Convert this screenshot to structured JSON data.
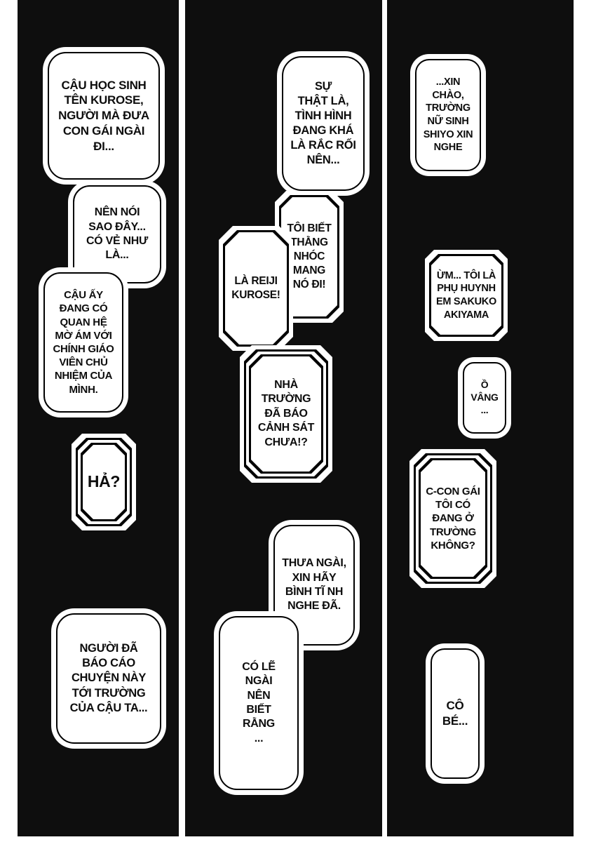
{
  "page_type": "manga-page",
  "colors": {
    "panel": "#0e0e0e",
    "bubble_fill": "#ffffff",
    "outline": "#000000"
  },
  "panels": [
    {
      "id": "left",
      "bubbles": [
        {
          "text": "CẬU HỌC SINH\nTÊN KUROSE,\nNGƯỜI MÀ ĐƯA\nCON GÁI NGÀI\nĐI..."
        },
        {
          "text": "NÊN NÓI\nSAO ĐÂY...\nCÓ VẺ NHƯ\nLÀ..."
        },
        {
          "text": "CẬU ẤY\nĐANG CÓ\nQUAN HỆ\nMỜ ÁM VỚI\nCHÍNH GIÁO\nVIÊN CHỦ\nNHIỆM CỦA\nMÌNH."
        },
        {
          "text": "HẢ?"
        },
        {
          "text": "NGƯỜI ĐÃ\nBÁO CÁO\nCHUYỆN NÀY\nTỚI TRƯỜNG\nCỦA CẬU TA..."
        }
      ]
    },
    {
      "id": "middle",
      "bubbles": [
        {
          "text": "SỰ\nTHẬT LÀ,\nTÌNH HÌNH\nĐANG KHÁ\nLÀ RẮC RỐI\nNÊN..."
        },
        {
          "text": "TÔI BIẾT\nTHẰNG\nNHÓC\nMANG\nNÓ ĐI!"
        },
        {
          "text": "LÀ REIJI\nKUROSE!"
        },
        {
          "text": "NHÀ\nTRƯỜNG\nĐÃ BÁO\nCẢNH SÁT\nCHƯA!?"
        },
        {
          "text": "THƯA NGÀI,\nXIN HÃY\nBÌNH TĨ NH\nNGHE ĐÃ."
        },
        {
          "text": "CÓ LẼ\nNGÀI\nNÊN\nBIẾT\nRẰNG\n..."
        }
      ]
    },
    {
      "id": "right",
      "bubbles": [
        {
          "text": "...XIN\nCHÀO,\nTRƯỜNG\nNỮ SINH\nSHIYO XIN\nNGHE"
        },
        {
          "text": "ỪM... TÔI LÀ\nPHỤ HUYNH\nEM SAKUKO\nAKIYAMA"
        },
        {
          "text": "Ồ\nVÂNG\n..."
        },
        {
          "text": "C-CON GÁI\nTÔI CÓ\nĐANG Ở\nTRƯỜNG\nKHÔNG?"
        },
        {
          "text": "CÔ\nBÉ..."
        }
      ]
    }
  ]
}
